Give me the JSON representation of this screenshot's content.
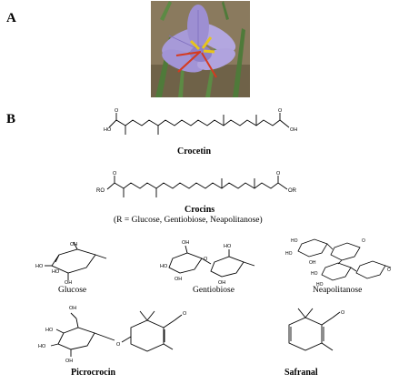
{
  "panels": {
    "a": "A",
    "b": "B"
  },
  "photo": {
    "subject": "saffron crocus flower",
    "colors": {
      "petal": "#a79ad8",
      "stigma": "#d63a1f",
      "anther": "#e8c51b",
      "leaves": "#4f7a3a",
      "ground": "#8a7a5e"
    }
  },
  "compounds": {
    "crocetin": {
      "name": "Crocetin",
      "atoms": {
        "ho": "HO",
        "o": "O",
        "oh": "OH"
      }
    },
    "crocins": {
      "name": "Crocins",
      "note": "(R = Glucose, Gentiobiose, Neapolitanose)",
      "atoms": {
        "ro": "RO",
        "o": "O",
        "or": "OR"
      }
    },
    "glucose": {
      "name": "Glucose",
      "atoms": {
        "oh": "OH",
        "ho": "HO"
      }
    },
    "gentiobiose": {
      "name": "Gentiobiose",
      "atoms": {
        "oh": "OH",
        "ho": "HO",
        "o": "O"
      }
    },
    "neapolitanose": {
      "name": "Neapolitanose",
      "atoms": {
        "oh": "OH",
        "ho": "HO",
        "o": "O"
      }
    },
    "picrocrocin": {
      "name": "Picrocrocin",
      "atoms": {
        "oh": "OH",
        "ho": "HO",
        "o": "O"
      }
    },
    "safranal": {
      "name": "Safranal",
      "atoms": {
        "o": "O"
      }
    }
  }
}
